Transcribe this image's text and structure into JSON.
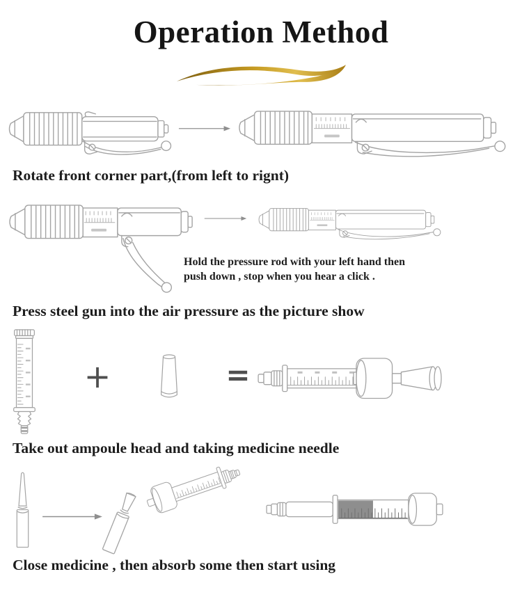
{
  "header": {
    "title": "Operation Method"
  },
  "steps": [
    {
      "caption": "Rotate front corner part,(from left to rignt)"
    },
    {
      "caption": "Press steel gun into the air pressure as the picture show",
      "note": "Hold the pressure rod with your left hand then\npush down , stop when you hear a click ."
    },
    {
      "caption": "Take out ampoule head and taking medicine needle"
    },
    {
      "caption": "Close medicine , then absorb some then start using"
    }
  ],
  "icons": {
    "plus_glyph": "+",
    "equals_glyph": "=",
    "arrow_right": "arrow-right-icon",
    "gold_flourish": "gold-flourish-icon"
  },
  "colors": {
    "background": "#ffffff",
    "text": "#1d1d1d",
    "line_art": "#a3a3a3",
    "symbol_gray": "#4f4f4f",
    "gold_dark": "#7c5d10",
    "gold_mid": "#c59a22",
    "gold_light": "#e0bd4e",
    "medicine_fill": "#8e8e8e"
  }
}
